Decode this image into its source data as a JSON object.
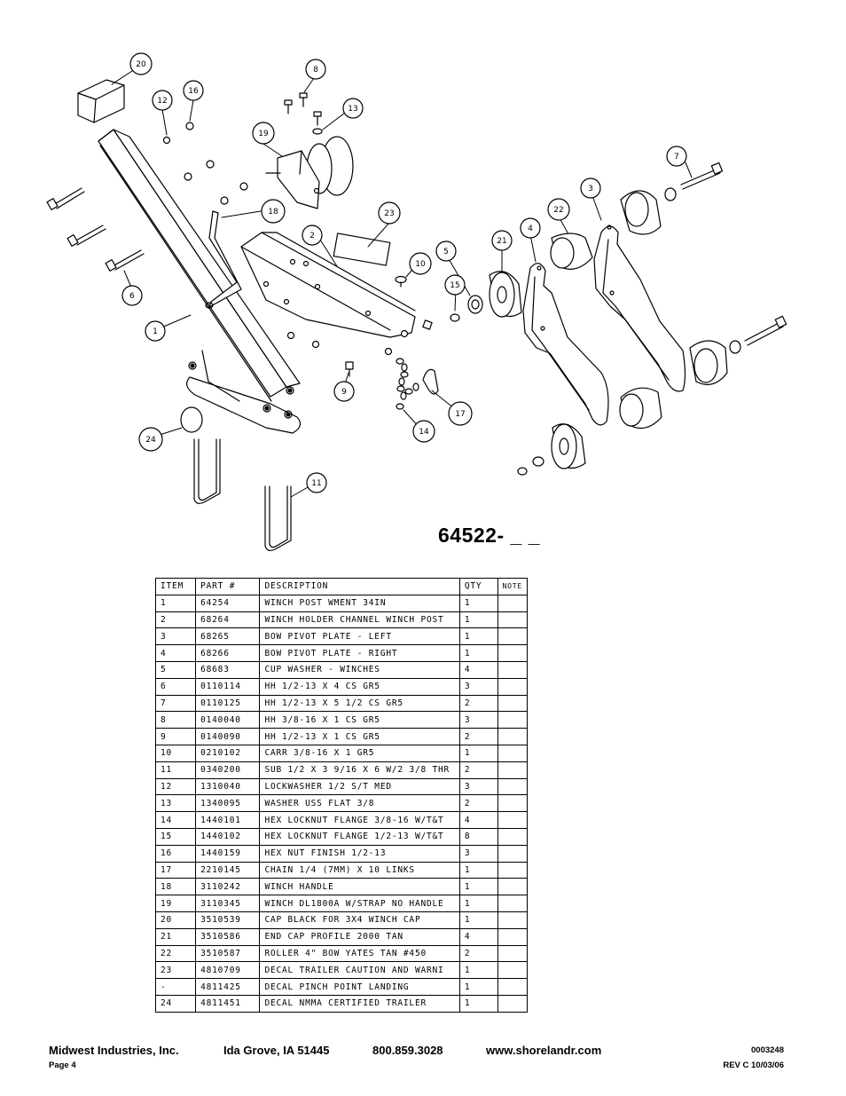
{
  "assembly_number": "64522- _ _",
  "callouts": {
    "c1": "1",
    "c2": "2",
    "c3": "3",
    "c4": "4",
    "c5": "5",
    "c6": "6",
    "c7": "7",
    "c8": "8",
    "c9": "9",
    "c10": "10",
    "c11": "11",
    "c12": "12",
    "c13": "13",
    "c14": "14",
    "c15": "15",
    "c16": "16",
    "c17": "17",
    "c18": "18",
    "c19": "19",
    "c20": "20",
    "c21": "21",
    "c22": "22",
    "c23": "23",
    "c24": "24"
  },
  "parts_table": {
    "headers": [
      "ITEM",
      "PART #",
      "DESCRIPTION",
      "QTY",
      "NOTE"
    ],
    "rows": [
      [
        "1",
        "64254",
        "WINCH POST WMENT  34IN",
        "1",
        ""
      ],
      [
        "2",
        "68264",
        "WINCH HOLDER CHANNEL WINCH POST",
        "1",
        ""
      ],
      [
        "3",
        "68265",
        "BOW PIVOT PLATE - LEFT",
        "1",
        ""
      ],
      [
        "4",
        "68266",
        "BOW PIVOT PLATE - RIGHT",
        "1",
        ""
      ],
      [
        "5",
        "68683",
        "CUP WASHER - WINCHES",
        "4",
        ""
      ],
      [
        "6",
        "0110114",
        "HH 1/2-13 X 4 CS GR5",
        "3",
        ""
      ],
      [
        "7",
        "0110125",
        "HH 1/2-13 X 5 1/2 CS GR5",
        "2",
        ""
      ],
      [
        "8",
        "0140040",
        "HH 3/8-16 X 1 CS GR5",
        "3",
        ""
      ],
      [
        "9",
        "0140090",
        "HH 1/2-13 X 1 CS GR5",
        "2",
        ""
      ],
      [
        "10",
        "0210102",
        "CARR 3/8-16 X 1 GR5",
        "1",
        ""
      ],
      [
        "11",
        "0340200",
        "SUB 1/2 X 3 9/16 X 6 W/2 3/8 THR",
        "2",
        ""
      ],
      [
        "12",
        "1310040",
        "LOCKWASHER 1/2 S/T MED",
        "3",
        ""
      ],
      [
        "13",
        "1340095",
        "WASHER USS FLAT 3/8",
        "2",
        ""
      ],
      [
        "14",
        "1440101",
        "HEX LOCKNUT FLANGE 3/8-16 W/T&T",
        "4",
        ""
      ],
      [
        "15",
        "1440102",
        "HEX LOCKNUT FLANGE 1/2-13 W/T&T",
        "8",
        ""
      ],
      [
        "16",
        "1440159",
        "HEX NUT FINISH 1/2-13",
        "3",
        ""
      ],
      [
        "17",
        "2210145",
        "CHAIN 1/4 (7MM) X 10 LINKS",
        "1",
        ""
      ],
      [
        "18",
        "3110242",
        "WINCH HANDLE",
        "1",
        ""
      ],
      [
        "19",
        "3110345",
        "WINCH DL1800A W/STRAP  NO HANDLE",
        "1",
        ""
      ],
      [
        "20",
        "3510539",
        "CAP BLACK FOR 3X4 WINCH CAP",
        "1",
        ""
      ],
      [
        "21",
        "3510586",
        "END CAP PROFILE 2000 TAN",
        "4",
        ""
      ],
      [
        "22",
        "3510587",
        "ROLLER 4\" BOW YATES TAN #450",
        "2",
        ""
      ],
      [
        "23",
        "4810709",
        "DECAL TRAILER CAUTION AND WARNI",
        "1",
        ""
      ],
      [
        "-",
        "4811425",
        "DECAL PINCH POINT LANDING",
        "1",
        ""
      ],
      [
        "24",
        "4811451",
        " DECAL NMMA CERTIFIED TRAILER",
        "1",
        ""
      ]
    ]
  },
  "footer": {
    "company": "Midwest Industries, Inc.",
    "city": "Ida Grove, IA  51445",
    "phone": "800.859.3028",
    "website": "www.shorelandr.com",
    "page": "Page 4",
    "doc_number": "0003248",
    "revision": "REV  C  10/03/06"
  }
}
